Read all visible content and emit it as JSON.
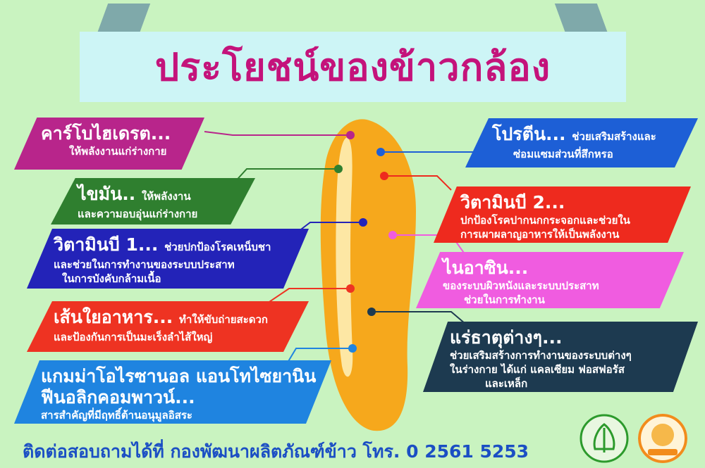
{
  "title": "ประโยชน์ของข้าวกล้อง",
  "panels": {
    "carb": {
      "head": "คาร์โบไฮเดรต...",
      "body1": "ให้พลังงานแก่ร่างกาย"
    },
    "fat": {
      "head": "ไขมัน..",
      "head_sub": "ให้พลังงาน",
      "body1": "และความอบอุ่นแก่ร่างกาย"
    },
    "b1": {
      "head": "วิตามินบี 1...",
      "head_sub": "ช่วยปกป้องโรคเหน็บชา",
      "body1": "และช่วยในการทำงานของระบบประสาท",
      "body2": "ในการบังคับกล้ามเนื้อ"
    },
    "fiber": {
      "head": "เส้นใยอาหาร...",
      "head_sub": "ทำให้ขับถ่ายสะดวก",
      "body1": "และป้องกันการเป็นมะเร็งลำไส้ใหญ่"
    },
    "gaba": {
      "head": "แกมม่าโอไรซานอล แอนโทไซยานิน",
      "head2": "ฟีนอลิกคอมพาวน์...",
      "body1": "สารสำคัญที่มีฤทธิ์ต้านอนุมูลอิสระ"
    },
    "protein": {
      "head": "โปรตีน...",
      "head_sub": "ช่วยเสริมสร้างและ",
      "body1": "ซ่อมแซมส่วนที่สึกหรอ"
    },
    "b2": {
      "head": "วิตามินบี 2...",
      "body1": "ปกป้องโรคปากนกกระจอกและช่วยใน",
      "body2": "การเผาผลาญอาหารให้เป็นพลังงาน"
    },
    "niacin": {
      "head": "ไนอาซิน...",
      "body1": "ของระบบผิวหนังและระบบประสาท",
      "body2": "ช่วยในการทำงาน"
    },
    "mineral": {
      "head": "แร่ธาตุต่างๆ...",
      "body1": "ช่วยเสริมสร้างการทำงานของระบบต่างๆ",
      "body2": "ในร่างกาย ได้แก่ แคลเซียม ฟอสฟอรัส",
      "body3": "และเหล็ก"
    }
  },
  "footer": "ติดต่อสอบถามได้ที่ กองพัฒนาผลิตภัณฑ์ข้าว โทร. 0 2561 5253",
  "colors": {
    "title": "#c4137b",
    "background": "#c9f3c0",
    "grain": "#f6a81c",
    "footer": "#1b4fc4"
  }
}
